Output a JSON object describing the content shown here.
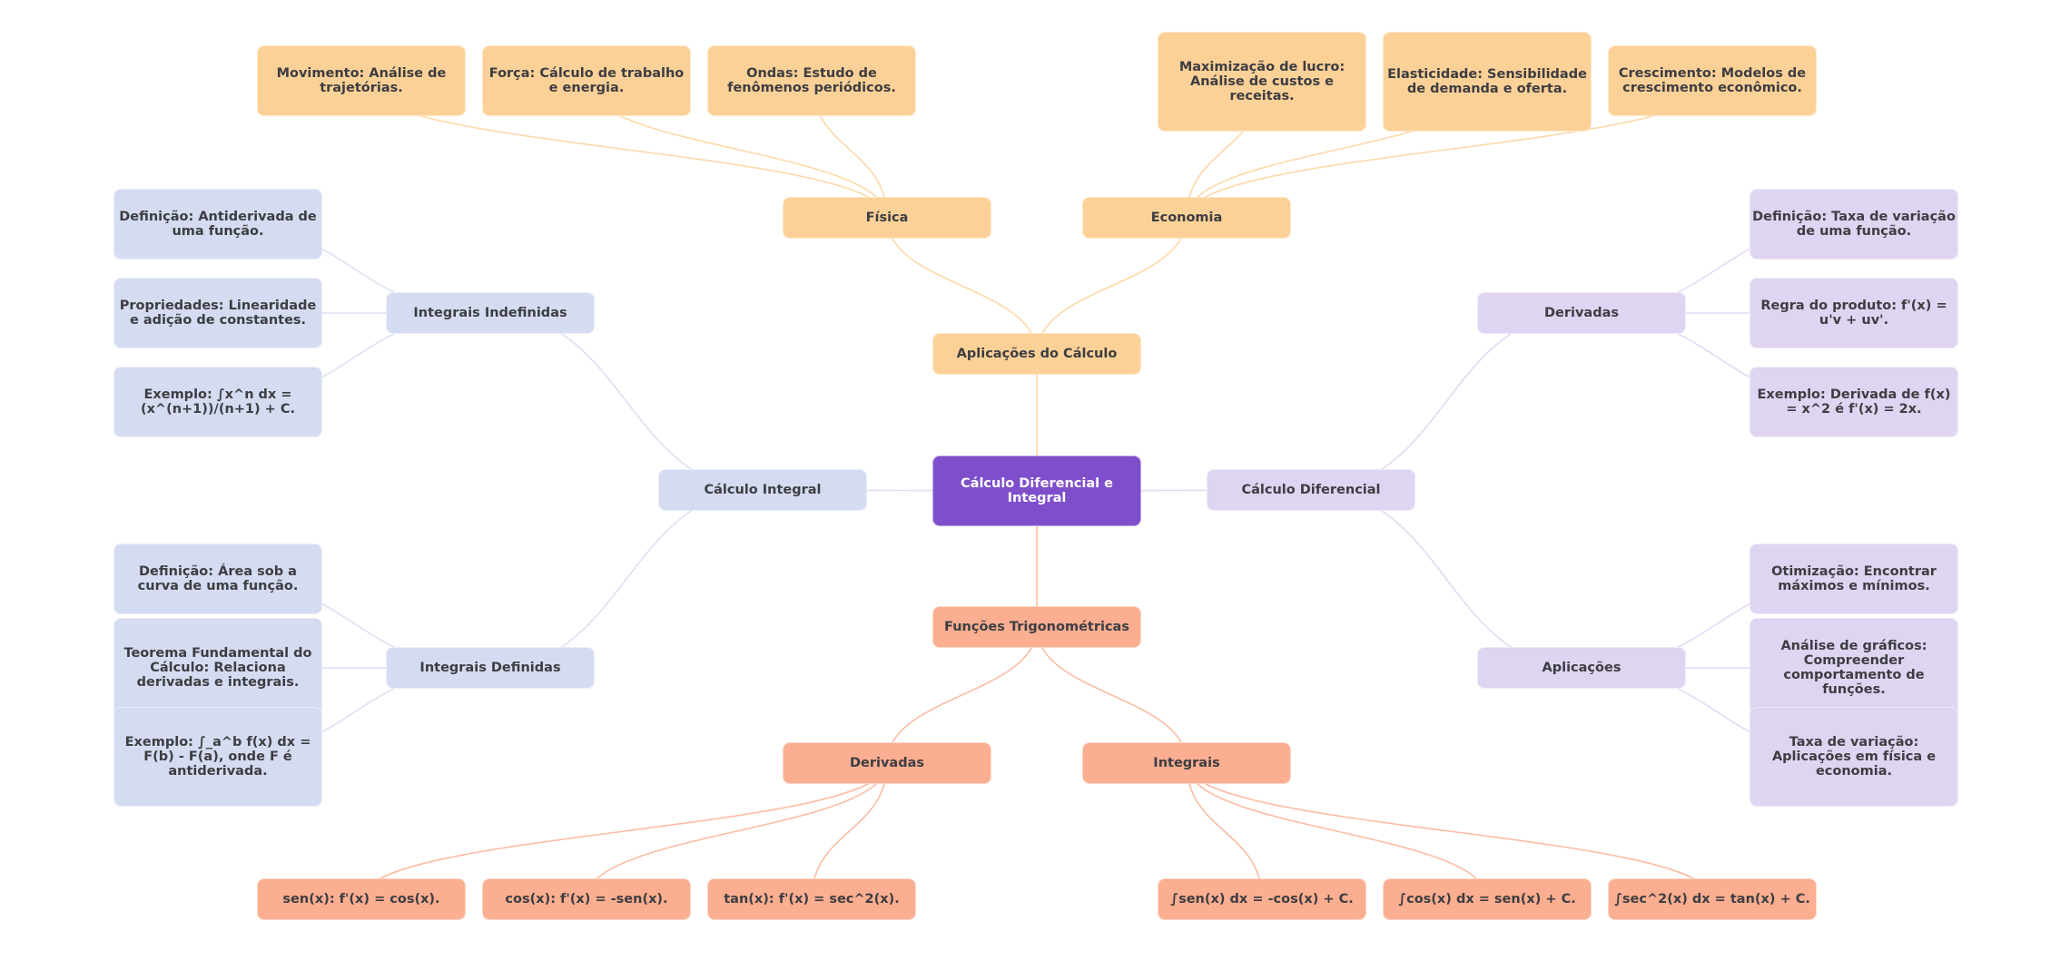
{
  "colors": {
    "root": "#7f4fcb",
    "aplicacoes": "#fcd197",
    "integral": "#d5dcf1",
    "diferencial": "#dfd4f1",
    "trigonometricas": "#fbae90",
    "edge_aplicacoes": "#fcd9a8",
    "edge_integral": "#dbe1f2",
    "edge_diferencial": "#e3d9f3",
    "edge_trigonometricas": "#fbbca3",
    "text": "#3d3d42"
  },
  "root": {
    "label": "Cálculo Diferencial e Integral"
  },
  "aplicacoes": {
    "label": "Aplicações do Cálculo",
    "fisica": {
      "label": "Física",
      "items": [
        "Movimento: Análise de trajetórias.",
        "Força: Cálculo de trabalho e energia.",
        "Ondas: Estudo de fenômenos periódicos."
      ]
    },
    "economia": {
      "label": "Economia",
      "items": [
        "Maximização de lucro: Análise de custos e receitas.",
        "Elasticidade: Sensibilidade de demanda e oferta.",
        "Crescimento: Modelos de crescimento econômico."
      ]
    }
  },
  "integral": {
    "label": "Cálculo Integral",
    "indefinidas": {
      "label": "Integrais Indefinidas",
      "items": [
        "Definição: Antiderivada de uma função.",
        "Propriedades: Linearidade e adição de constantes.",
        "Exemplo: ∫x^n dx = (x^(n+1))/(n+1) + C."
      ]
    },
    "definidas": {
      "label": "Integrais Definidas",
      "items": [
        "Definição: Área sob a curva de uma função.",
        "Teorema Fundamental do Cálculo: Relaciona derivadas e integrais.",
        "Exemplo: ∫_a^b f(x) dx = F(b) - F(a), onde F é antiderivada."
      ]
    }
  },
  "diferencial": {
    "label": "Cálculo Diferencial",
    "derivadas": {
      "label": "Derivadas",
      "items": [
        "Definição: Taxa de variação de uma função.",
        "Regra do produto: f'(x) = u'v + uv'.",
        "Exemplo: Derivada de f(x) = x^2 é f'(x) = 2x."
      ]
    },
    "aplicacoes": {
      "label": "Aplicações",
      "items": [
        "Otimização: Encontrar máximos e mínimos.",
        "Análise de gráficos: Compreender comportamento de funções.",
        "Taxa de variação: Aplicações em física e economia."
      ]
    }
  },
  "trigonometricas": {
    "label": "Funções Trigonométricas",
    "derivadas": {
      "label": "Derivadas",
      "items": [
        "sen(x): f'(x) = cos(x).",
        "cos(x): f'(x) = -sen(x).",
        "tan(x): f'(x) = sec^2(x)."
      ]
    },
    "integrais": {
      "label": "Integrais",
      "items": [
        "∫sen(x) dx = -cos(x) + C.",
        "∫cos(x) dx = sen(x) + C.",
        "∫sec^2(x) dx = tan(x) + C."
      ]
    }
  }
}
